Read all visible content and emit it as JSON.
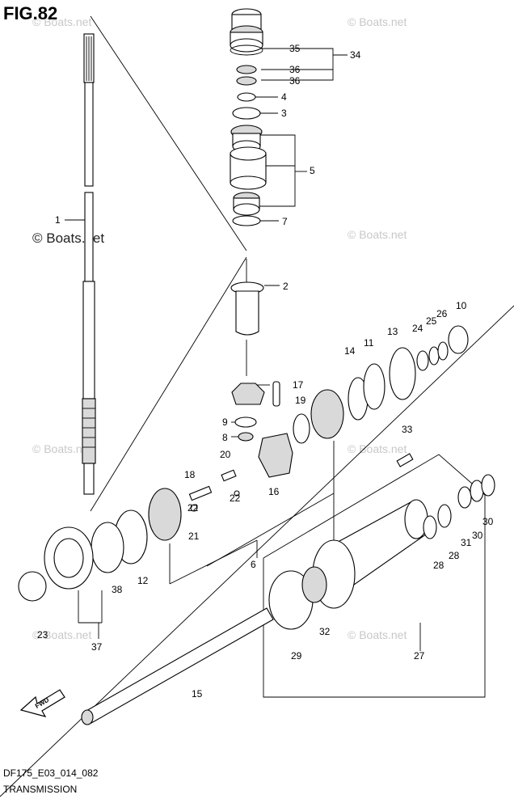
{
  "figure": {
    "title": "FIG.82"
  },
  "footer": {
    "model_code": "DF175_E03_014_082",
    "section_name": "TRANSMISSION"
  },
  "watermark": {
    "text": "© Boats.net"
  },
  "callouts": [
    "1",
    "2",
    "3",
    "4",
    "5",
    "6",
    "7",
    "8",
    "9",
    "10",
    "11",
    "12",
    "13",
    "14",
    "15",
    "16",
    "17",
    "18",
    "19",
    "20",
    "21",
    "22",
    "22",
    "23",
    "24",
    "25",
    "26",
    "27",
    "28",
    "28",
    "29",
    "30",
    "30",
    "31",
    "32",
    "33",
    "34",
    "35",
    "36",
    "36",
    "37",
    "38"
  ],
  "icons": {
    "direction": "fwd-arrow-icon"
  },
  "direction_label": "FWD"
}
